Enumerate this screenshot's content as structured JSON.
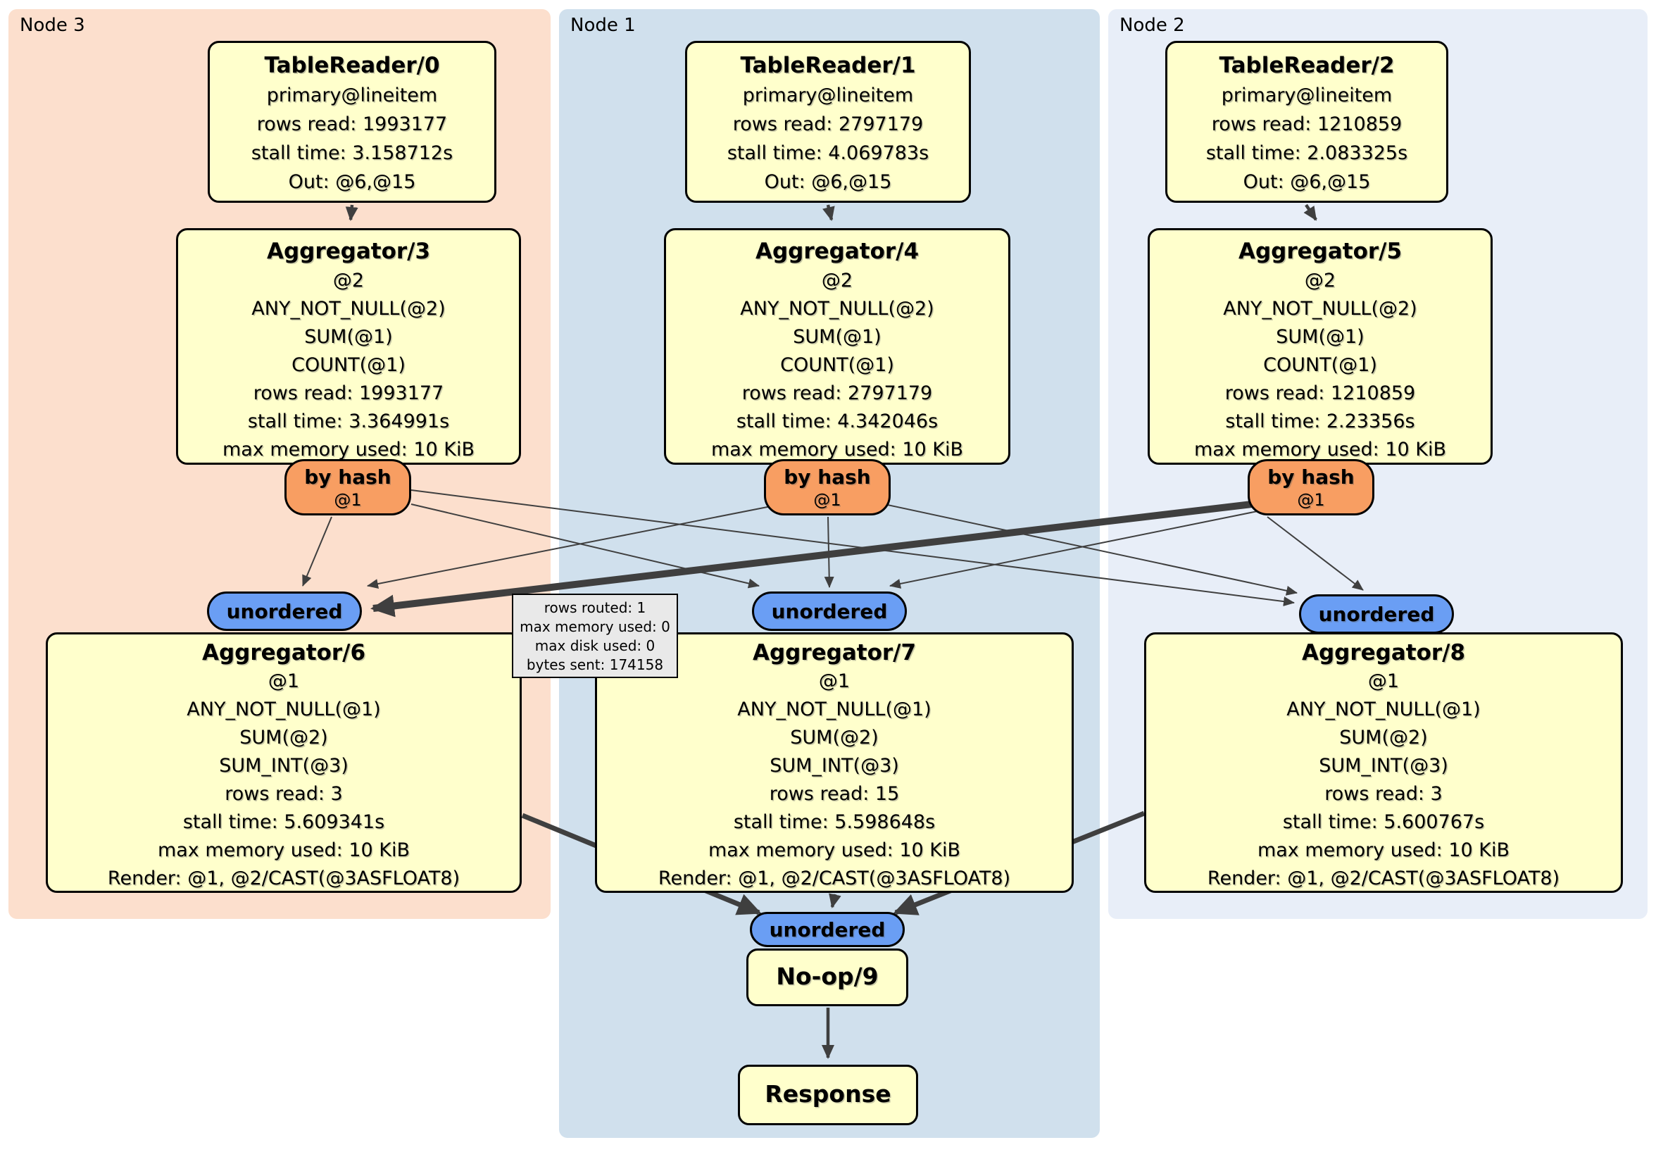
{
  "regions": {
    "node3": {
      "label": "Node 3"
    },
    "node1": {
      "label": "Node 1"
    },
    "node2": {
      "label": "Node 2"
    }
  },
  "boxes": {
    "tr0": {
      "title": "TableReader/0",
      "lines": [
        "primary@lineitem",
        "rows read: 1993177",
        "stall time: 3.158712s",
        "Out: @6,@15"
      ]
    },
    "tr1": {
      "title": "TableReader/1",
      "lines": [
        "primary@lineitem",
        "rows read: 2797179",
        "stall time: 4.069783s",
        "Out: @6,@15"
      ]
    },
    "tr2": {
      "title": "TableReader/2",
      "lines": [
        "primary@lineitem",
        "rows read: 1210859",
        "stall time: 2.083325s",
        "Out: @6,@15"
      ]
    },
    "agg3": {
      "title": "Aggregator/3",
      "lines": [
        "@2",
        "ANY_NOT_NULL(@2)",
        "SUM(@1)",
        "COUNT(@1)",
        "rows read: 1993177",
        "stall time: 3.364991s",
        "max memory used: 10 KiB"
      ]
    },
    "agg4": {
      "title": "Aggregator/4",
      "lines": [
        "@2",
        "ANY_NOT_NULL(@2)",
        "SUM(@1)",
        "COUNT(@1)",
        "rows read: 2797179",
        "stall time: 4.342046s",
        "max memory used: 10 KiB"
      ]
    },
    "agg5": {
      "title": "Aggregator/5",
      "lines": [
        "@2",
        "ANY_NOT_NULL(@2)",
        "SUM(@1)",
        "COUNT(@1)",
        "rows read: 1210859",
        "stall time: 2.23356s",
        "max memory used: 10 KiB"
      ]
    },
    "agg6": {
      "title": "Aggregator/6",
      "lines": [
        "@1",
        "ANY_NOT_NULL(@1)",
        "SUM(@2)",
        "SUM_INT(@3)",
        "rows read: 3",
        "stall time: 5.609341s",
        "max memory used: 10 KiB",
        "Render: @1, @2/CAST(@3ASFLOAT8)"
      ]
    },
    "agg7": {
      "title": "Aggregator/7",
      "lines": [
        "@1",
        "ANY_NOT_NULL(@1)",
        "SUM(@2)",
        "SUM_INT(@3)",
        "rows read: 15",
        "stall time: 5.598648s",
        "max memory used: 10 KiB",
        "Render: @1, @2/CAST(@3ASFLOAT8)"
      ]
    },
    "agg8": {
      "title": "Aggregator/8",
      "lines": [
        "@1",
        "ANY_NOT_NULL(@1)",
        "SUM(@2)",
        "SUM_INT(@3)",
        "rows read: 3",
        "stall time: 5.600767s",
        "max memory used: 10 KiB",
        "Render: @1, @2/CAST(@3ASFLOAT8)"
      ]
    },
    "noop9": {
      "title": "No-op/9"
    },
    "response": {
      "title": "Response"
    }
  },
  "routers": {
    "r3": {
      "label": "by hash",
      "sub": "@1"
    },
    "r1": {
      "label": "by hash",
      "sub": "@1"
    },
    "r2": {
      "label": "by hash",
      "sub": "@1"
    }
  },
  "syncs": {
    "u3": "unordered",
    "u1": "unordered",
    "u2": "unordered",
    "ub": "unordered"
  },
  "tooltip": {
    "lines": [
      "rows routed: 1",
      "max memory used: 0",
      "max disk used: 0",
      "bytes sent: 174158"
    ]
  },
  "colors": {
    "node3_bg": "#fcdfcd",
    "node1_bg": "#d0e0ed",
    "node2_bg": "#e8eef8",
    "processor_bg": "#ffffcc",
    "router_bg": "#f89e62",
    "sync_bg": "#6a9ef4",
    "edge": "#3f3f3f",
    "tooltip_bg": "#e9e9e9"
  }
}
